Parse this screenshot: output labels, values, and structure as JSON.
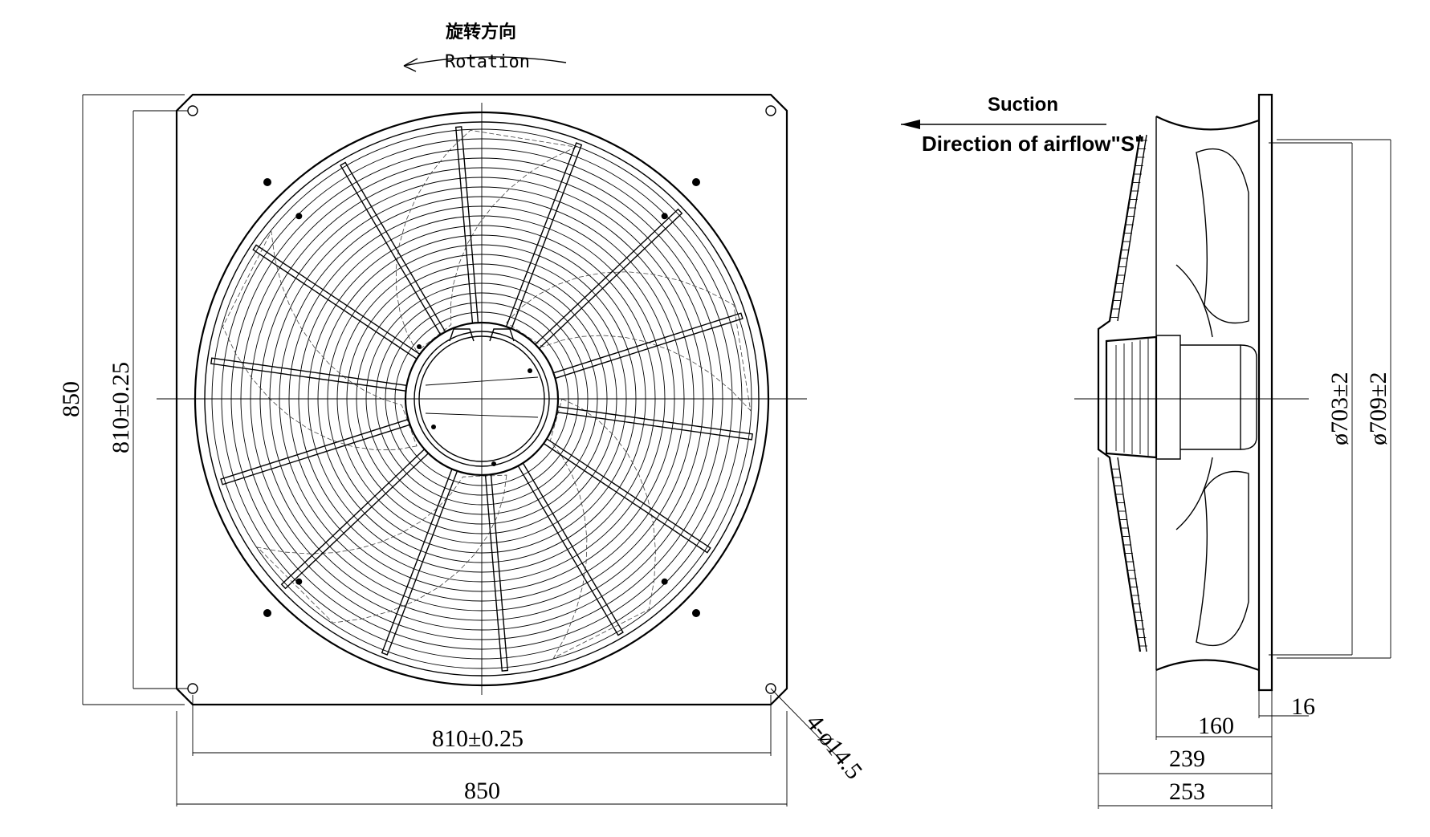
{
  "front_view": {
    "rotation_cn": "旋转方向",
    "rotation_en": "Rotation",
    "dim_height_outer": "850",
    "dim_height_holes": "810±0.25",
    "dim_width_holes": "810±0.25",
    "dim_width_outer": "850",
    "dim_holes": "4-ø14.5"
  },
  "side_view": {
    "suction": "Suction",
    "airflow": "Direction of airflow\"S\"",
    "dim_d1": "ø703±2",
    "dim_d2": "ø709±2",
    "dim_16": "16",
    "dim_160": "160",
    "dim_239": "239",
    "dim_253": "253"
  }
}
